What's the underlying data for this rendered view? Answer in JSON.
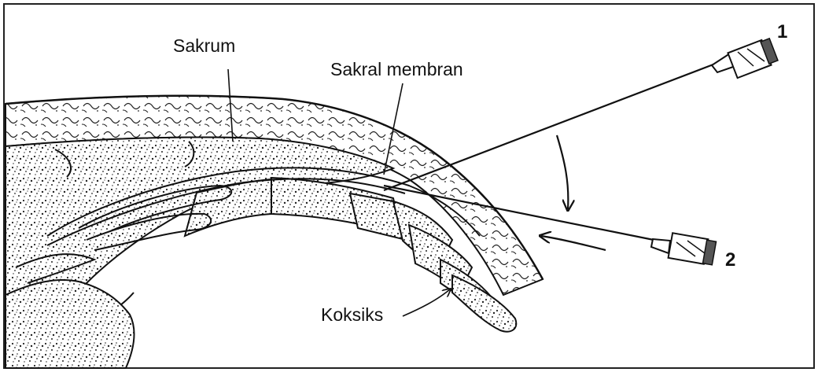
{
  "labels": {
    "sacrum": "Sakrum",
    "sacral_membrane": "Sakral membran",
    "coccyx": "Koksiks",
    "needle_1": "1",
    "needle_2": "2"
  },
  "icons": {
    "needle_1": "needle-syringe-hub",
    "needle_2": "needle-syringe-hub",
    "rotation_arrow": "curved-arrow-down",
    "advance_arrow": "arrow-left"
  }
}
